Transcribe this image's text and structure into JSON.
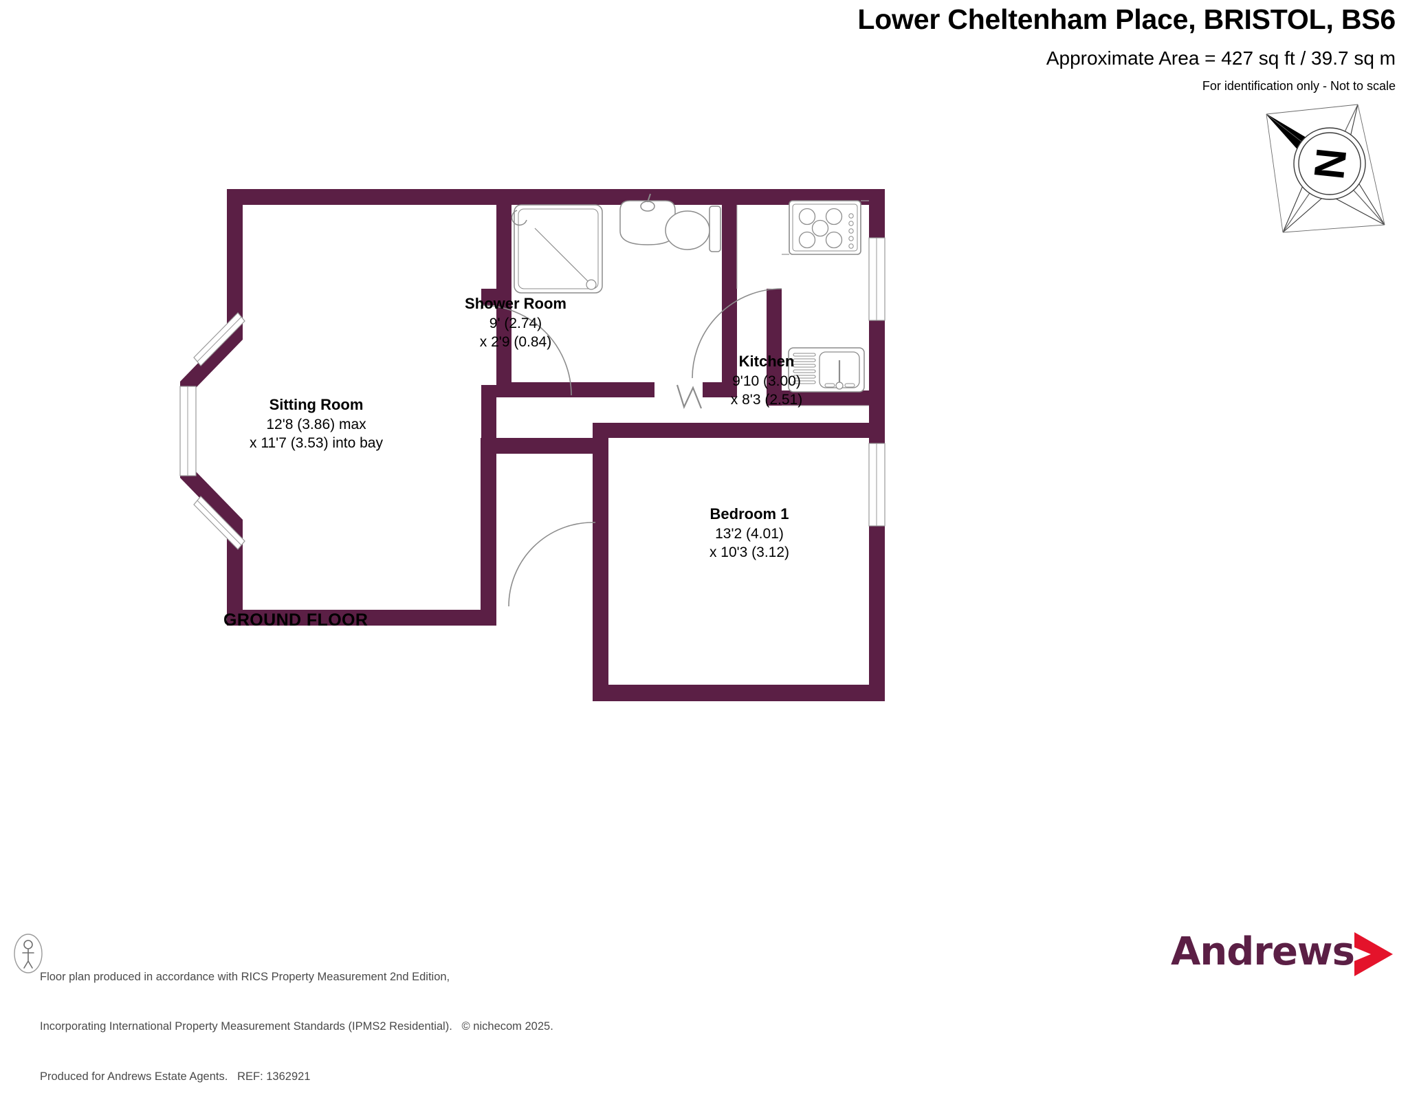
{
  "header": {
    "title": "Lower Cheltenham Place, BRISTOL, BS6",
    "area": "Approximate Area = 427 sq ft / 39.7 sq m",
    "disclaimer": "For identification only - Not to scale"
  },
  "compass": {
    "letter": "N",
    "icon": "compass-rose-icon"
  },
  "floor": {
    "label": "GROUND FLOOR"
  },
  "colors": {
    "wall": "#5b1f45",
    "wall_highlight": "#8a5a78",
    "fixture_stroke": "#8c8c8c",
    "brand_purple": "#4a1438",
    "brand_red": "#e4132b",
    "text": "#000000",
    "footer_text": "#4a4a4a"
  },
  "rooms": [
    {
      "id": "sitting-room",
      "name": "Sitting Room",
      "dim1": "12'8 (3.86) max",
      "dim2": "x 11'7 (3.53) into bay"
    },
    {
      "id": "shower-room",
      "name": "Shower Room",
      "dim1": "9' (2.74)",
      "dim2": "x 2'9 (0.84)"
    },
    {
      "id": "kitchen",
      "name": "Kitchen",
      "dim1": "9'10 (3.00)",
      "dim2": "x 8'3 (2.51)"
    },
    {
      "id": "bedroom-1",
      "name": "Bedroom 1",
      "dim1": "13'2 (4.01)",
      "dim2": "x 10'3 (3.12)"
    }
  ],
  "fixtures": [
    {
      "id": "shower-tray",
      "icon": "shower-tray-icon"
    },
    {
      "id": "wash-basin",
      "icon": "sink-basin-icon"
    },
    {
      "id": "toilet",
      "icon": "toilet-icon"
    },
    {
      "id": "hob",
      "icon": "cooker-hob-icon"
    },
    {
      "id": "kitchen-sink",
      "icon": "kitchen-sink-icon"
    }
  ],
  "footer": {
    "line1": "Floor plan produced in accordance with RICS Property Measurement 2nd Edition,",
    "line2": "Incorporating International Property Measurement Standards (IPMS2 Residential).   © nichecom 2025.",
    "line3": "Produced for Andrews Estate Agents.   REF: 1362921",
    "person_icon": "person-icon"
  },
  "brand": {
    "name": "Andrews",
    "arrow_icon": "chevron-right-icon"
  }
}
